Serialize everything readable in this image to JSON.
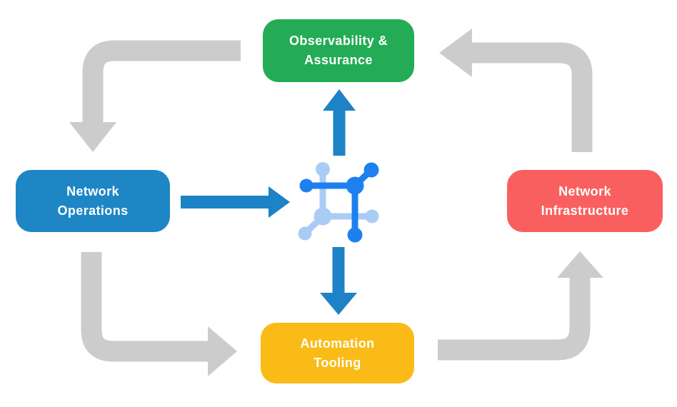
{
  "diagram": {
    "nodes": {
      "observability": {
        "label": "Observability &\nAssurance",
        "color": "#23AC55"
      },
      "operations": {
        "label": "Network\nOperations",
        "color": "#1E86C5"
      },
      "infrastructure": {
        "label": "Network\nInfrastructure",
        "color": "#FA5F5F"
      },
      "automation": {
        "label": "Automation\nTooling",
        "color": "#FABB17"
      }
    },
    "colors": {
      "flow_arrow": "#CCCCCC",
      "accent_arrow": "#1D82C6",
      "icon_dark": "#1E80EE",
      "icon_light": "#A9CCF5",
      "label_text": "#FFFFFF"
    },
    "cycle_flows": [
      {
        "from": "Observability & Assurance",
        "to": "Network Operations"
      },
      {
        "from": "Network Operations",
        "to": "Automation Tooling"
      },
      {
        "from": "Automation Tooling",
        "to": "Network Infrastructure"
      },
      {
        "from": "Network Infrastructure",
        "to": "Observability & Assurance"
      }
    ],
    "center_flows": [
      {
        "from": "Network Operations",
        "to": "center-icon"
      },
      {
        "from": "center-icon",
        "to": "Observability & Assurance"
      },
      {
        "from": "center-icon",
        "to": "Automation Tooling"
      }
    ],
    "center_icon": "network-automation-icon"
  }
}
